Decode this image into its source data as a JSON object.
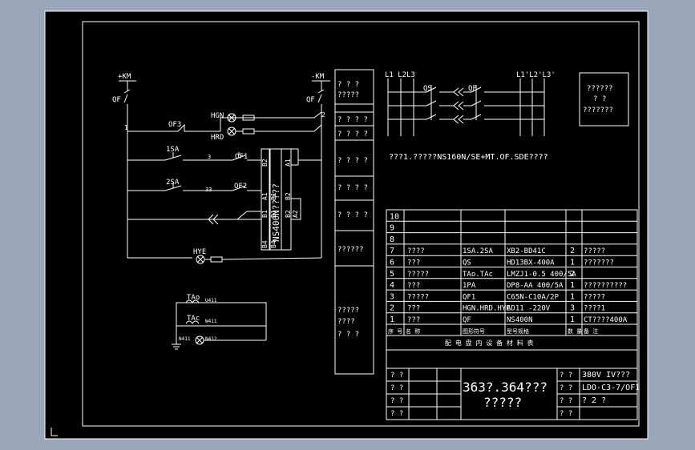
{
  "labels": {
    "plus_km": "+KM",
    "minus_km": "-KM",
    "qf_left": "QF",
    "qf_right": "QF",
    "node_1": "1",
    "node_2": "2",
    "of3": "OF3",
    "hgn": "HGN",
    "hrd": "HRD",
    "sa1": "1SA",
    "sa2": "2SA",
    "of1": "OF1",
    "of2": "OF2",
    "w3": "3",
    "w33": "33",
    "ns400n": "NS400N?????",
    "hye": "HYE",
    "tao": "TAo",
    "tac": "TAc",
    "u411": "U411",
    "w411": "W411",
    "n411": "N411",
    "n412": "N412",
    "l123": "L1 L2L3",
    "qs": "QS",
    "qf3": "QF",
    "l123p": "L1'L2'L3'",
    "note": "???1.?????NS160N/SE+MT.OF.SDE????"
  },
  "strip_labels": [
    "? ? ?",
    "?????",
    "? ? ? ?",
    "? ? ? ?",
    "? ? ? ?",
    "? ? ? ?",
    "? ? ? ?",
    "??????",
    "?????",
    "????",
    "? ? ?"
  ],
  "module_labels": [
    "B2",
    "A1",
    "A1",
    "B1",
    "B4",
    "B2",
    "B1",
    "B4",
    "B1",
    "B2",
    "A2"
  ],
  "box_label": [
    "??????",
    "?  ?",
    "???????"
  ],
  "bom": {
    "rows": [
      {
        "no": "10",
        "name": "",
        "code": "",
        "model": "",
        "qty": "",
        "note": ""
      },
      {
        "no": "9",
        "name": "",
        "code": "",
        "model": "",
        "qty": "",
        "note": ""
      },
      {
        "no": "8",
        "name": "",
        "code": "",
        "model": "",
        "qty": "",
        "note": ""
      },
      {
        "no": "7",
        "name": "????",
        "code": "1SA.2SA",
        "model": "XB2-BD41C",
        "qty": "2",
        "note": "?????"
      },
      {
        "no": "6",
        "name": "???",
        "code": "QS",
        "model": "HD13BX-400A",
        "qty": "1",
        "note": "???????"
      },
      {
        "no": "5",
        "name": "?????",
        "code": "TAo.TAc",
        "model": "LMZJ1-0.5 400/5A",
        "qty": "2",
        "note": ""
      },
      {
        "no": "4",
        "name": "???",
        "code": "1PA",
        "model": "DP8-AA 400/5A",
        "qty": "1",
        "note": "??????????"
      },
      {
        "no": "3",
        "name": "?????",
        "code": "QF1",
        "model": "C65N-C10A/2P",
        "qty": "1",
        "note": "?????"
      },
      {
        "no": "2",
        "name": "???",
        "code": "HGN.HRD.HYE",
        "model": "AD11 -220V",
        "qty": "3",
        "note": "????1"
      },
      {
        "no": "1",
        "name": "???",
        "code": "QF",
        "model": "NS400N",
        "qty": "1",
        "note": "CT????400A"
      }
    ],
    "header": [
      "序 号",
      "名   称",
      "图形符号",
      "型号规格",
      "数 量",
      "备    注"
    ],
    "title": "配 电 盘 内 设 备 材 料 表"
  },
  "title_block": {
    "main": "363?.364???",
    "sub": "?????",
    "left_cells": [
      "? ?",
      "? ?",
      "? ?",
      "? ?"
    ],
    "right_a": [
      "? ?",
      "? ?",
      "? ?",
      "? ?"
    ],
    "right_b": [
      "380V IV???",
      "LDO-C3-7/OF1",
      "?  2  ?",
      ""
    ]
  }
}
